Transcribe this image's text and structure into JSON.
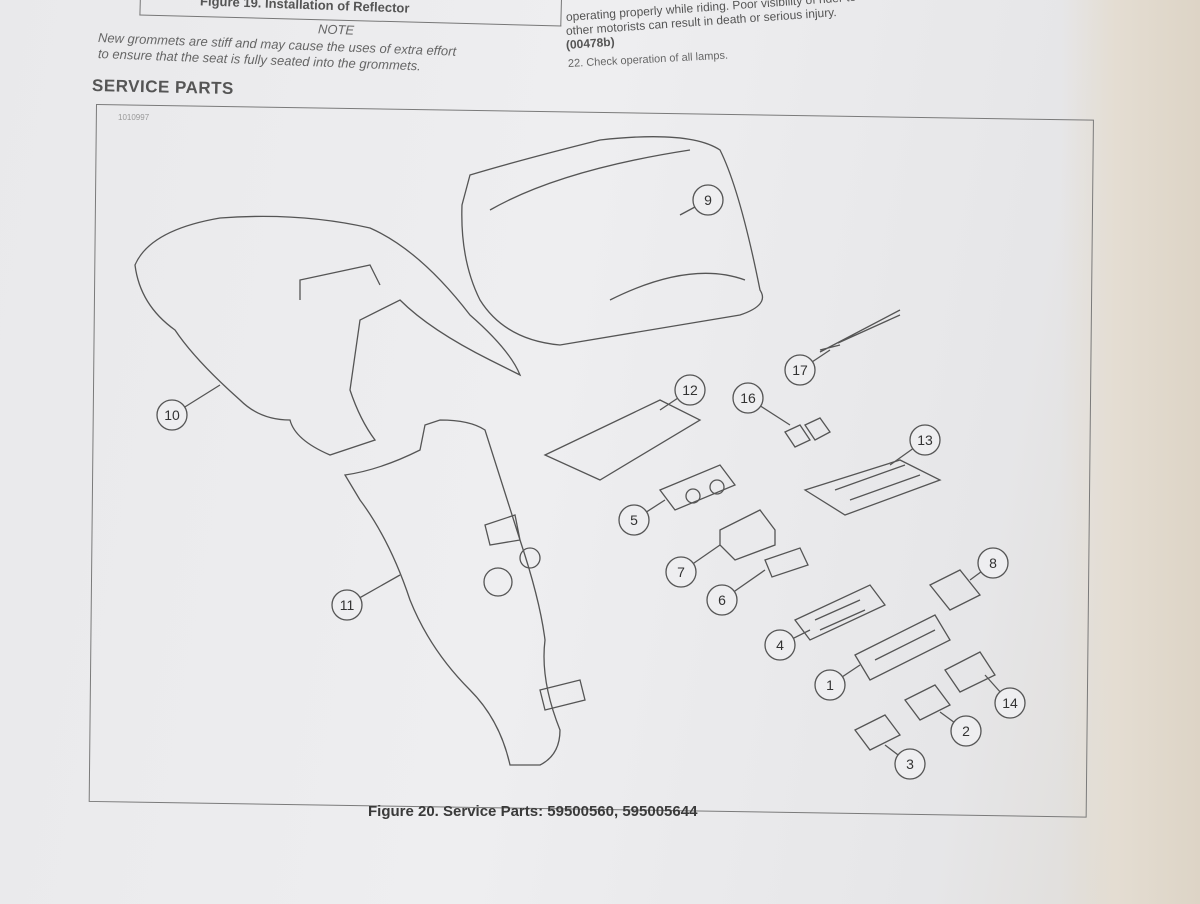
{
  "previous_figure": {
    "caption": "Figure 19. Installation of Reflector"
  },
  "note": {
    "heading": "NOTE",
    "lines": [
      "New grommets are stiff and may cause the uses of extra effort",
      "to ensure that the seat is fully seated into the grommets."
    ]
  },
  "warning": {
    "lines": [
      "operating properly while riding. Poor visibility of rider to",
      "other motorists can result in death or serious injury.",
      "(00478b)"
    ]
  },
  "step": "22. Check operation of all lamps.",
  "section_title": "SERVICE PARTS",
  "figure": {
    "id": "1010997",
    "caption": "Figure 20. Service Parts: 59500560, 595005644",
    "callouts": [
      "9",
      "10",
      "11",
      "12",
      "16",
      "17",
      "13",
      "5",
      "7",
      "6",
      "8",
      "4",
      "1",
      "14",
      "2",
      "3"
    ]
  }
}
